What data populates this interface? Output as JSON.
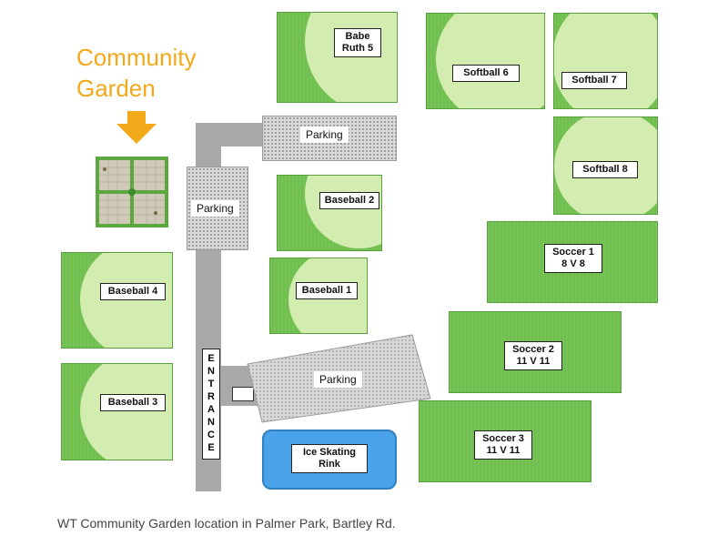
{
  "garden": {
    "title_line1": "Community",
    "title_line2": "Garden"
  },
  "labels": {
    "babe_ruth_line1": "Babe",
    "babe_ruth_line2": "Ruth 5",
    "softball6": "Softball 6",
    "softball7": "Softball 7",
    "softball8": "Softball 8",
    "baseball2": "Baseball 2",
    "baseball1": "Baseball 1",
    "baseball4": "Baseball 4",
    "baseball3": "Baseball 3",
    "soccer1_line1": "Soccer 1",
    "soccer1_line2": "8 V 8",
    "soccer2_line1": "Soccer 2",
    "soccer2_line2": "11 V 11",
    "soccer3_line1": "Soccer 3",
    "soccer3_line2": "11 V 11",
    "parking_top": "Parking",
    "parking_left": "Parking",
    "parking_lower": "Parking",
    "rink_line1": "Ice Skating",
    "rink_line2": "Rink",
    "entrance": "ENTRANCE"
  },
  "caption": "WT Community Garden location in Palmer Park, Bartley Rd.",
  "colors": {
    "field": "#6fbf4e",
    "diamond": "#d3ecb0",
    "arrow": "#f2a91a",
    "rink": "#4aa3e8",
    "road": "#a9a9a9"
  }
}
